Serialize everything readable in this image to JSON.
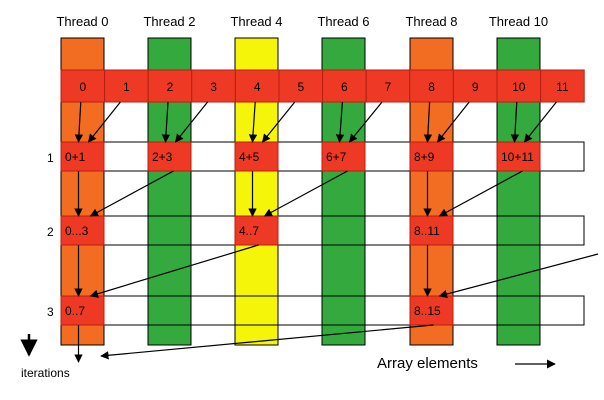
{
  "threads": [
    {
      "label": "Thread 0",
      "color": "#f26d21"
    },
    {
      "label": "Thread 2",
      "color": "#34a93d"
    },
    {
      "label": "Thread 4",
      "color": "#f5f50a"
    },
    {
      "label": "Thread 6",
      "color": "#34a93d"
    },
    {
      "label": "Thread 8",
      "color": "#f26d21"
    },
    {
      "label": "Thread 10",
      "color": "#34a93d"
    }
  ],
  "elements": [
    "0",
    "1",
    "2",
    "3",
    "4",
    "5",
    "6",
    "7",
    "8",
    "9",
    "10",
    "11"
  ],
  "iterations": [
    {
      "number": "1",
      "cells": [
        {
          "text": "0+1",
          "thread": 0
        },
        {
          "text": "2+3",
          "thread": 1
        },
        {
          "text": "4+5",
          "thread": 2
        },
        {
          "text": "6+7",
          "thread": 3
        },
        {
          "text": "8+9",
          "thread": 4
        },
        {
          "text": "10+11",
          "thread": 5
        }
      ]
    },
    {
      "number": "2",
      "cells": [
        {
          "text": "0...3",
          "thread": 0
        },
        {
          "text": "4..7",
          "thread": 2
        },
        {
          "text": "8..11",
          "thread": 4
        }
      ]
    },
    {
      "number": "3",
      "cells": [
        {
          "text": "0..7",
          "thread": 0
        },
        {
          "text": "8..15",
          "thread": 4
        }
      ]
    }
  ],
  "labels": {
    "iterations": "iterations",
    "array_elements": "Array elements"
  },
  "colors": {
    "cell_red": "#ee3a24",
    "cell_border": "#b81e10",
    "orange": "#f26d21",
    "green": "#34a93d",
    "yellow": "#f5f50a"
  }
}
